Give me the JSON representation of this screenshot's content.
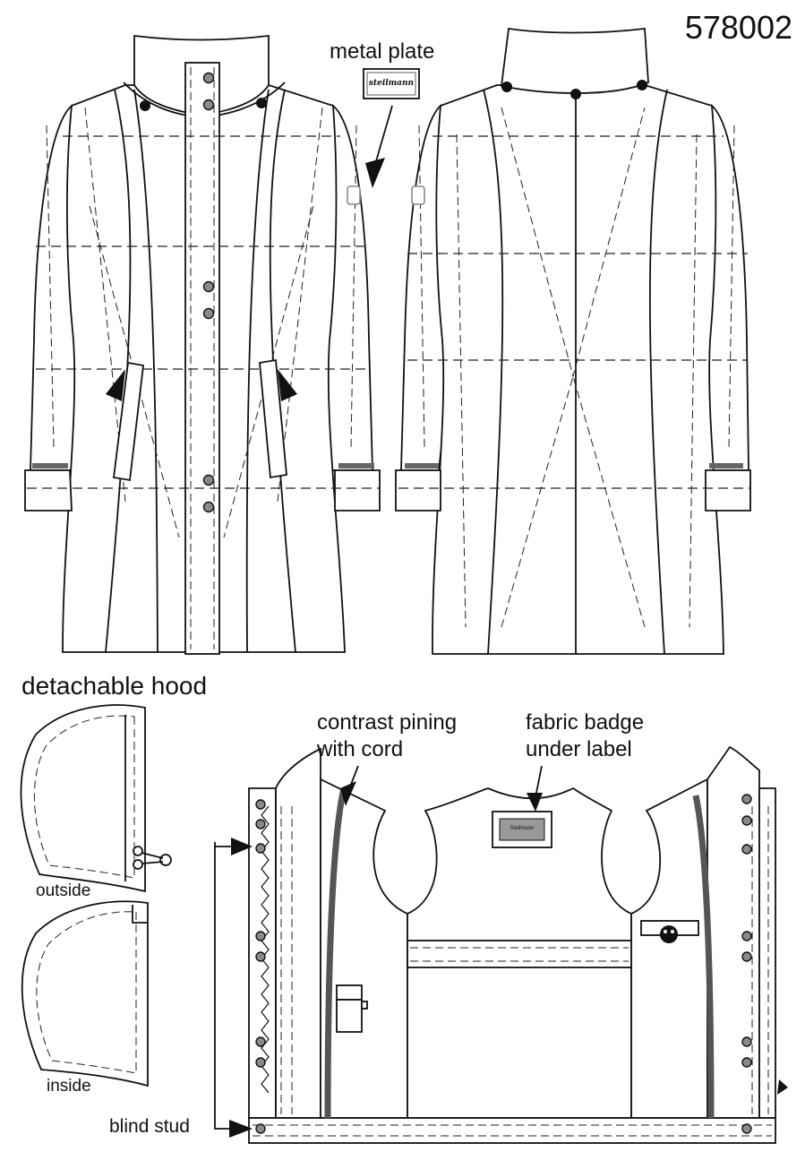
{
  "style_number": "578002",
  "labels": {
    "metal_plate": "metal plate",
    "detachable_hood": "detachable hood",
    "contrast_piping": "contrast pining with cord",
    "fabric_badge": "fabric badge under label",
    "outside": "outside",
    "inside": "inside",
    "blind_stud": "blind stud"
  },
  "brand_plate": "steilmann",
  "brand_badge": "Steilmann",
  "colors": {
    "line": "#111111",
    "button": "#8a8a8a",
    "piping": "#555555",
    "paper": "#ffffff"
  }
}
